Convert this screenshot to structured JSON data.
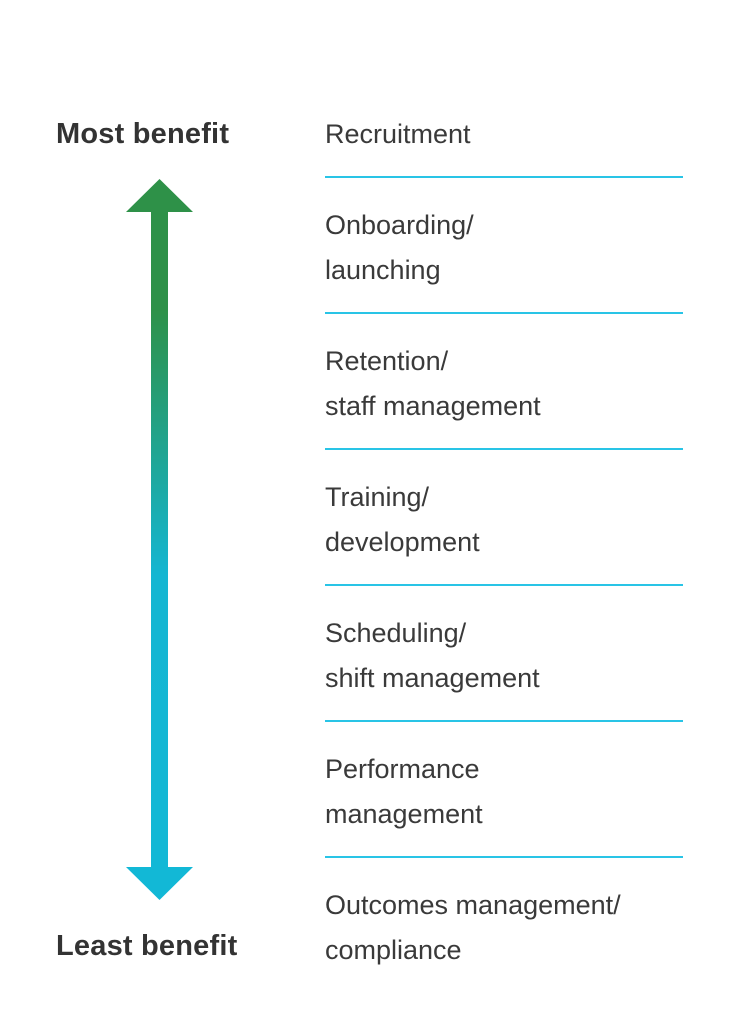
{
  "scale": {
    "top_label": "Most benefit",
    "bottom_label": "Least benefit",
    "arrow": {
      "top_color": "#2E9148",
      "bottom_color": "#12B8D6"
    }
  },
  "divider_color": "#29C4E6",
  "items": [
    {
      "line1": "Recruitment",
      "line2": ""
    },
    {
      "line1": "Onboarding/",
      "line2": "launching"
    },
    {
      "line1": "Retention/",
      "line2": "staff management"
    },
    {
      "line1": "Training/",
      "line2": "development"
    },
    {
      "line1": "Scheduling/",
      "line2": "shift management"
    },
    {
      "line1": "Performance",
      "line2": "management"
    },
    {
      "line1": "Outcomes management/",
      "line2": "compliance"
    }
  ]
}
